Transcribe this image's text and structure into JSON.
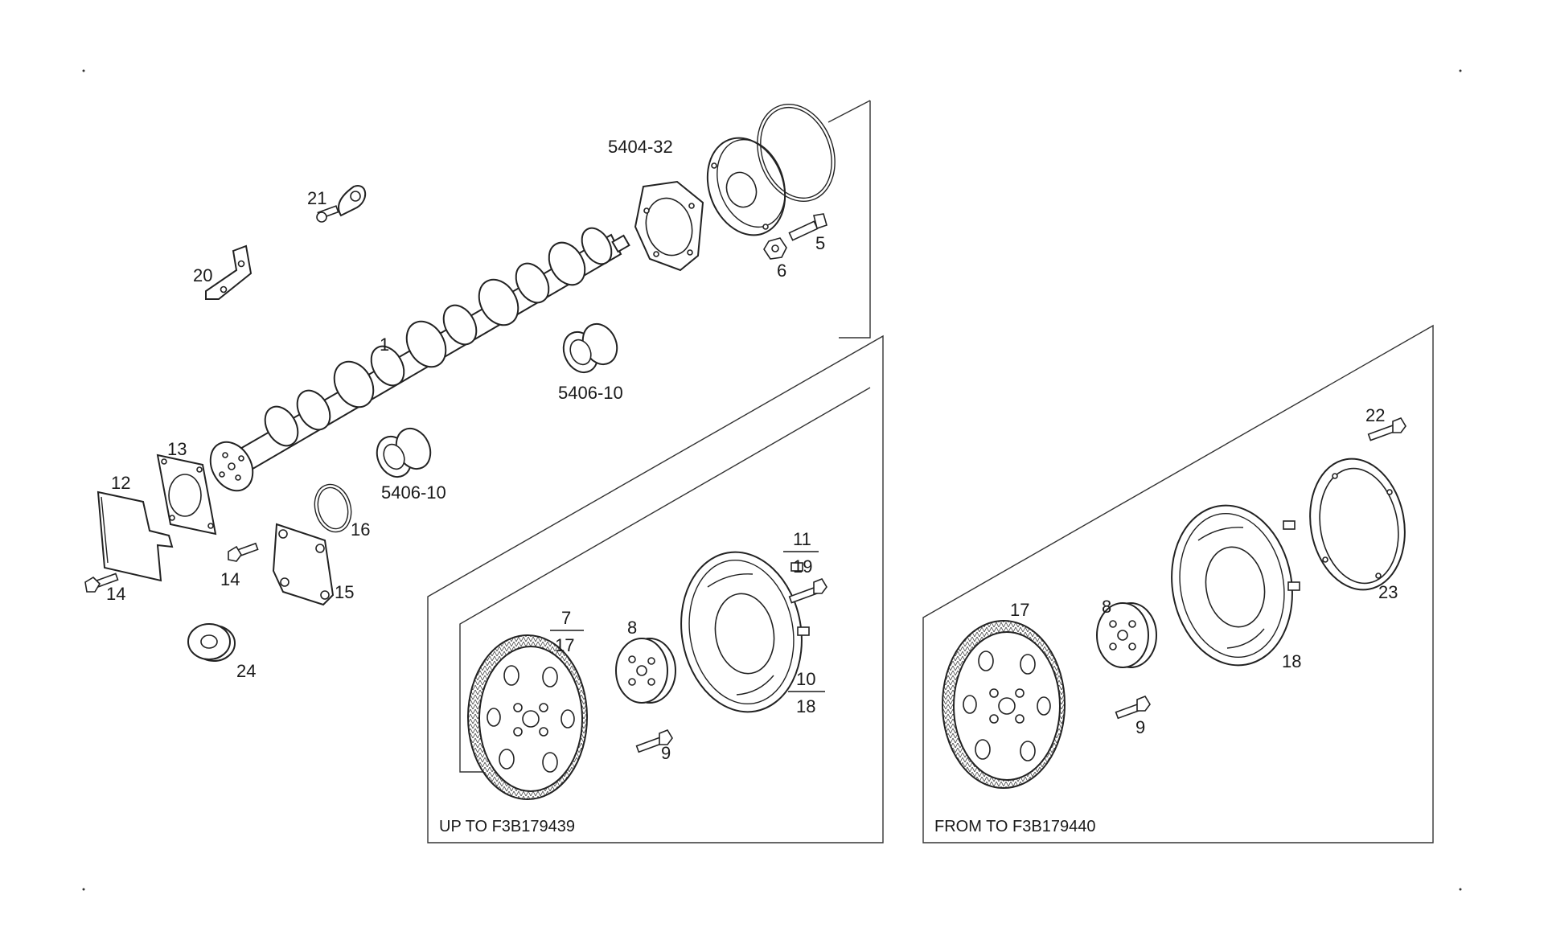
{
  "callouts": {
    "c1": "1",
    "c5": "5",
    "c6": "6",
    "c9a": "9",
    "c9b": "9",
    "c12": "12",
    "c13": "13",
    "c14a": "14",
    "c14b": "14",
    "c15": "15",
    "c16": "16",
    "c17b": "17",
    "c18b": "18",
    "c20": "20",
    "c21": "21",
    "c22": "22",
    "c23": "23",
    "c24": "24",
    "c8a": "8",
    "c8b": "8",
    "c5404_32": "5404-32",
    "c5406_10a": "5406-10",
    "c5406_10b": "5406-10"
  },
  "fractions": {
    "f7_17": {
      "top": "7",
      "bottom": "17"
    },
    "f11_19": {
      "top": "11",
      "bottom": "19"
    },
    "f10_18": {
      "top": "10",
      "bottom": "18"
    }
  },
  "captions": {
    "left_panel": "UP TO F3B179439",
    "right_panel": "FROM TO F3B179440"
  },
  "colors": {
    "line": "#222222",
    "background": "#ffffff"
  }
}
